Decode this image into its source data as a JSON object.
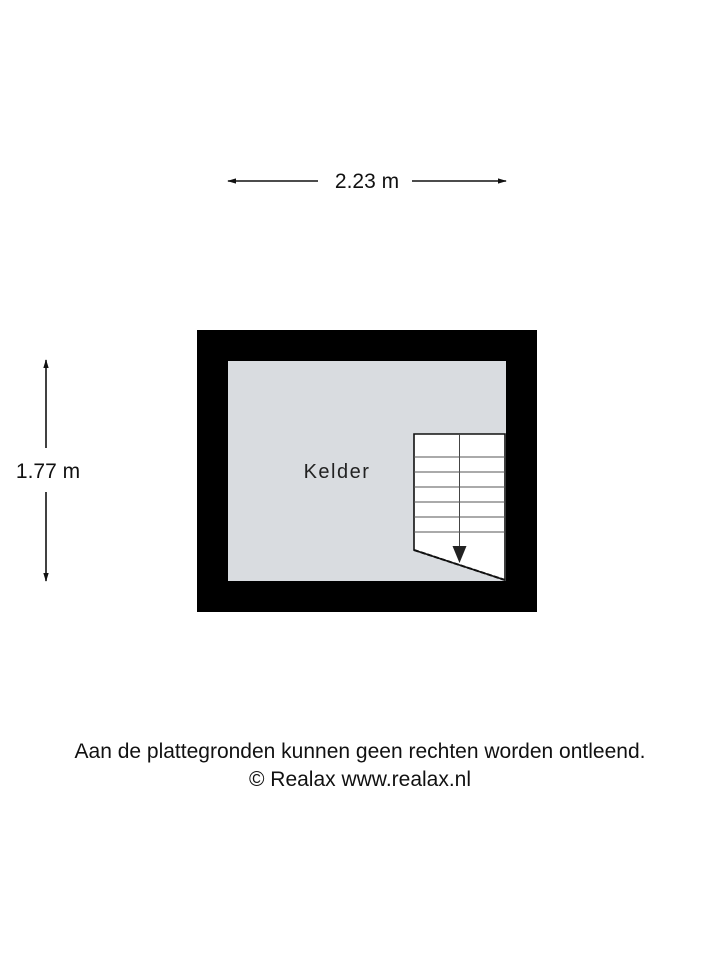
{
  "dimensions": {
    "width_label": "2.23 m",
    "height_label": "1.77 m"
  },
  "room": {
    "name": "Kelder"
  },
  "footer": {
    "disclaimer": "Aan de plattegronden kunnen geen rechten worden ontleend.",
    "copyright": "© Realax www.realax.nl"
  },
  "colors": {
    "wall": "#000000",
    "floor": "#d9dce0",
    "stairs": "#ffffff"
  }
}
